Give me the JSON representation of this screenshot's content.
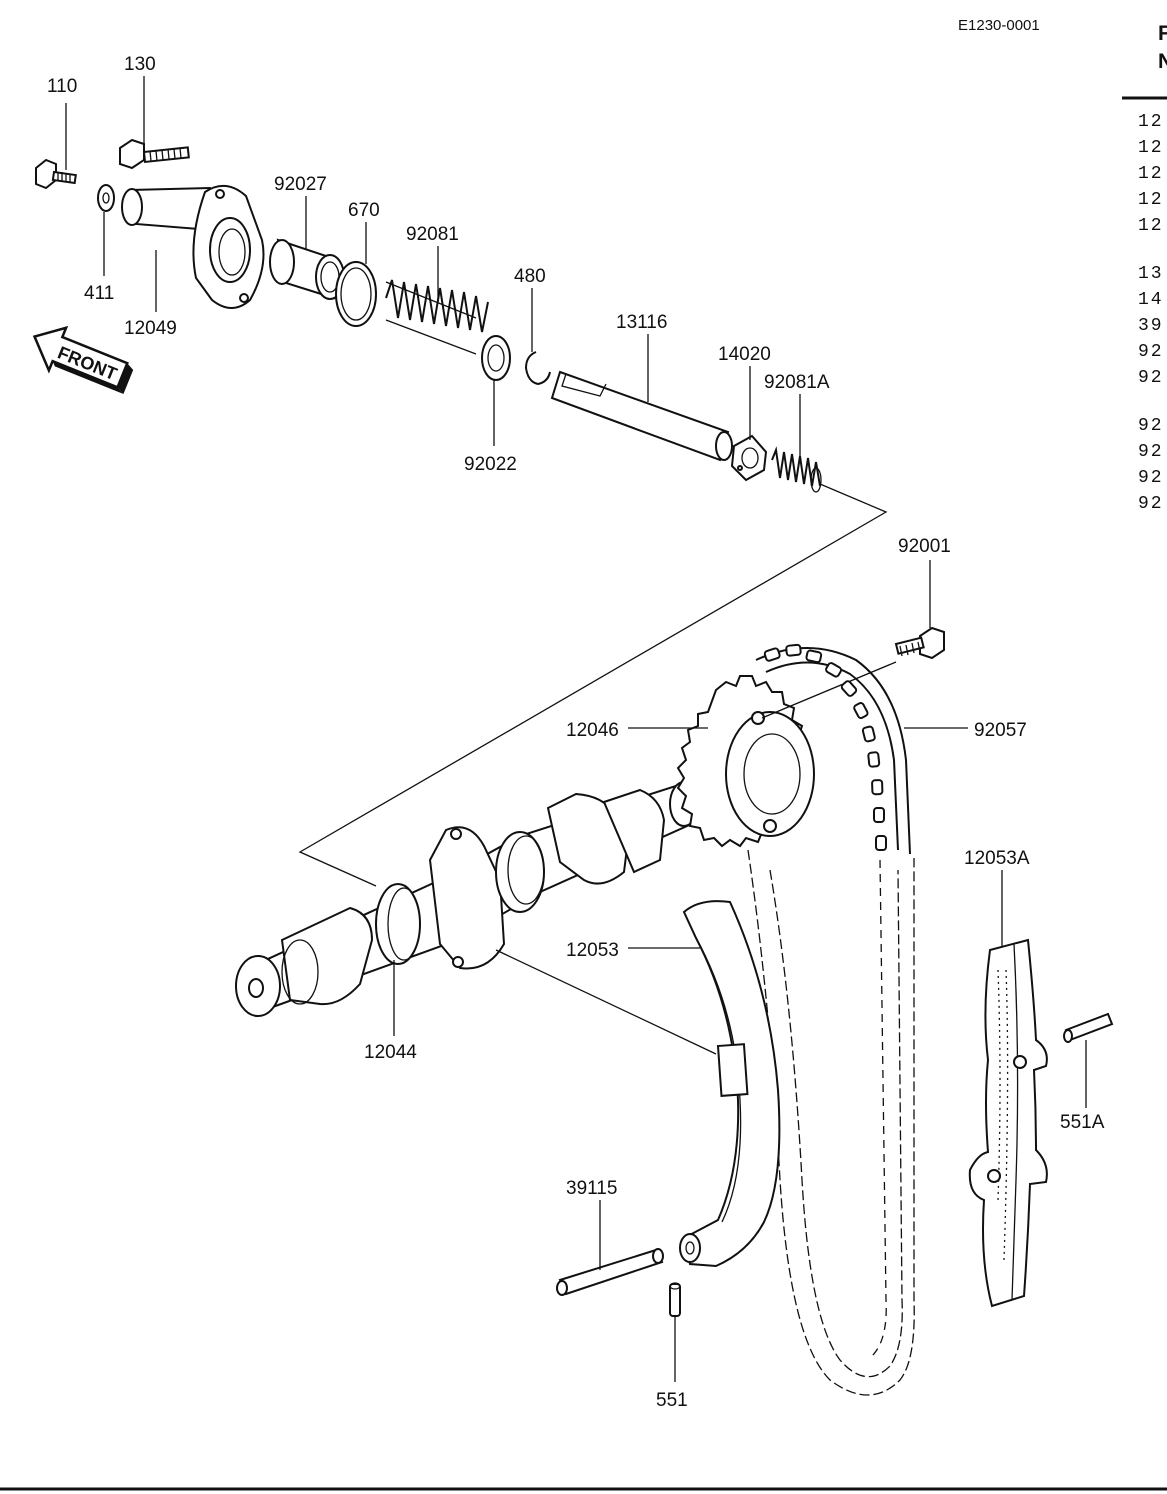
{
  "diagram_code": "E1230-0001",
  "front_label": "FRONT",
  "parts": {
    "p110": "110",
    "p130": "130",
    "p411": "411",
    "p12049": "12049",
    "p92027": "92027",
    "p670": "670",
    "p92081": "92081",
    "p480": "480",
    "p92022": "92022",
    "p13116": "13116",
    "p14020": "14020",
    "p92081A": "92081A",
    "p92001": "92001",
    "p12046": "12046",
    "p92057": "92057",
    "p12044": "12044",
    "p12053": "12053",
    "p12053A": "12053A",
    "p551A": "551A",
    "p39115": "39115",
    "p551": "551"
  },
  "side_column": {
    "header_line1": "F",
    "header_line2": "N",
    "rows": [
      "12",
      "12",
      "12",
      "12",
      "12",
      "13",
      "14",
      "39",
      "92",
      "92",
      "92",
      "92",
      "92",
      "92"
    ]
  }
}
